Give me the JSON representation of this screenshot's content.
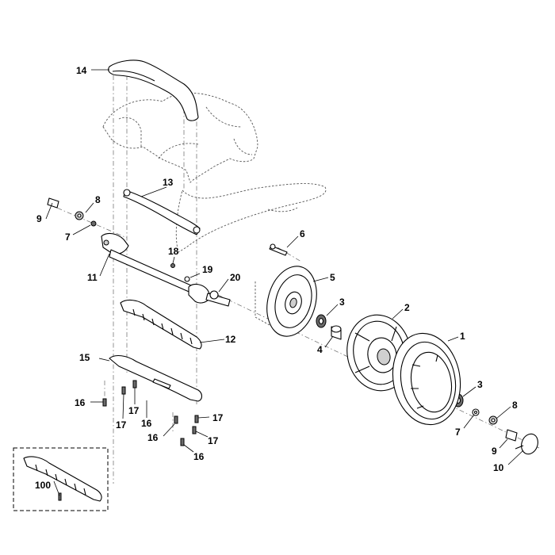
{
  "callouts": {
    "p1": "1",
    "p2": "2",
    "p3a": "3",
    "p3b": "3",
    "p4": "4",
    "p5": "5",
    "p6": "6",
    "p7a": "7",
    "p7b": "7",
    "p8a": "8",
    "p8b": "8",
    "p9a": "9",
    "p9b": "9",
    "p10": "10",
    "p11": "11",
    "p12": "12",
    "p13": "13",
    "p14": "14",
    "p15": "15",
    "p16a": "16",
    "p16b": "16",
    "p16c": "16",
    "p16d": "16",
    "p17a": "17",
    "p17b": "17",
    "p17c": "17",
    "p17d": "17",
    "p18": "18",
    "p19": "19",
    "p20": "20",
    "p100": "100"
  },
  "colors": {
    "line": "#000000",
    "fill_dark": "#6b6b6b",
    "fill_grey": "#cfcfcf",
    "background": "#ffffff"
  }
}
